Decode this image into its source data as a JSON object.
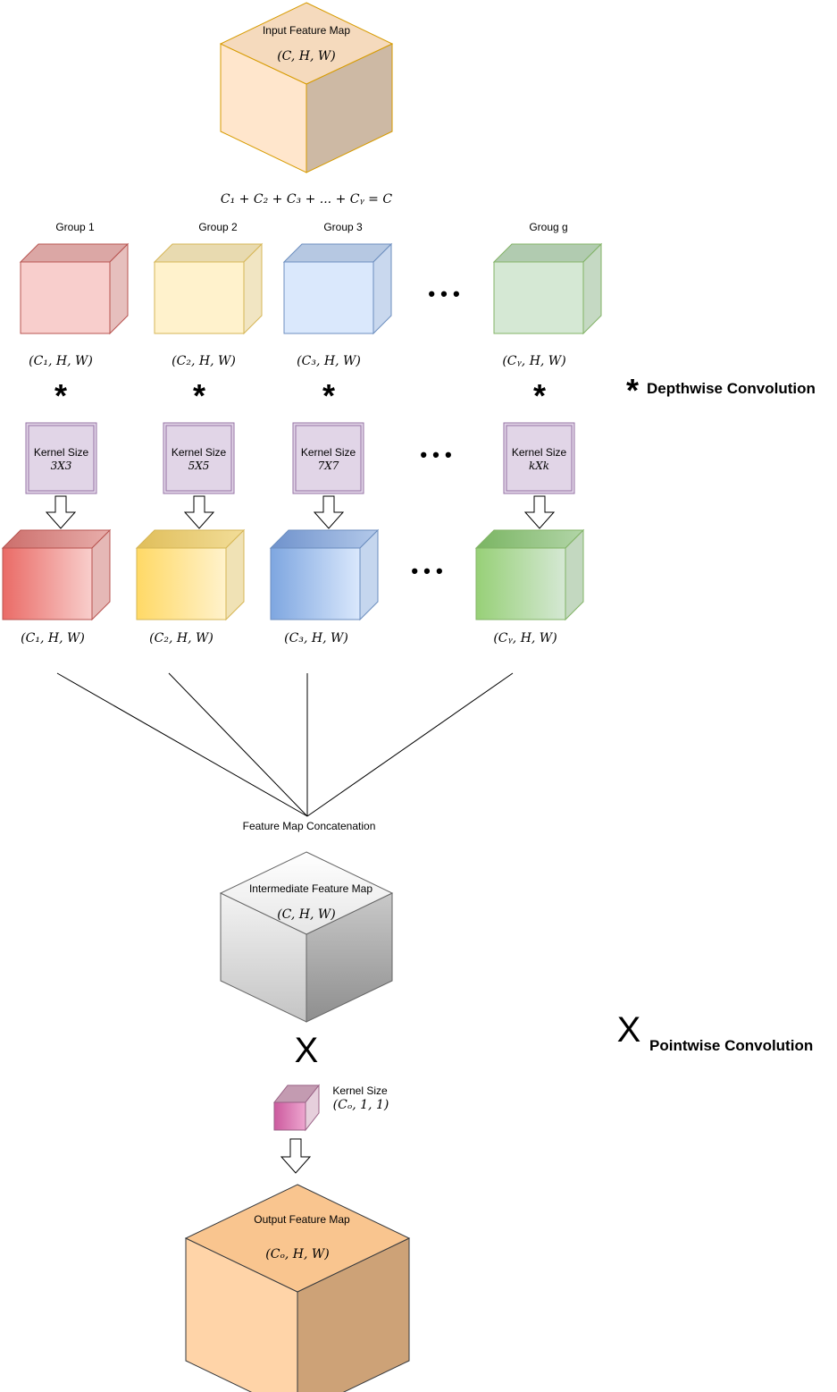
{
  "input_map": {
    "title": "Input Feature Map",
    "shape": "(C, H, W)"
  },
  "split_equation": "C₁ + C₂ + C₃ + ... + Cᵧ = C",
  "groups": [
    {
      "label": "Group 1",
      "input_shape": "(C₁, H, W)",
      "kernel_title": "Kernel Size",
      "kernel_size": "3X3",
      "output_shape": "(C₁, H, W)",
      "colors": {
        "light_front": "#f8cecc",
        "light_side": "#e6bfbd",
        "light_top": "#dba7a5",
        "light_stroke": "#b85450",
        "front_from": "#ea6b66",
        "front_to": "#f8cecc",
        "dark_side": "#e5b8b6",
        "dark_top_from": "#cc6e6b",
        "dark_top_to": "#e8aeab"
      }
    },
    {
      "label": "Group 2",
      "input_shape": "(C₂, H, W)",
      "kernel_title": "Kernel Size",
      "kernel_size": "5X5",
      "output_shape": "(C₂, H, W)",
      "colors": {
        "light_front": "#fff2cc",
        "light_side": "#f1e5c2",
        "light_top": "#e8dab0",
        "light_stroke": "#d6b656",
        "front_from": "#ffd966",
        "front_to": "#fff2cc",
        "dark_side": "#f0e2b5",
        "dark_top_from": "#e0be5a",
        "dark_top_to": "#f2dd98"
      }
    },
    {
      "label": "Group 3",
      "input_shape": "(C₃, H, W)",
      "kernel_title": "Kernel Size",
      "kernel_size": "7X7",
      "output_shape": "(C₃, H, W)",
      "colors": {
        "light_front": "#dae8fc",
        "light_side": "#c9d8ee",
        "light_top": "#b6c8e2",
        "light_stroke": "#6c8ebf",
        "front_from": "#7ea6e0",
        "front_to": "#dae8fc",
        "dark_side": "#c5d6ee",
        "dark_top_from": "#6f92cc",
        "dark_top_to": "#b3c9ea"
      }
    },
    {
      "label": "Groug g",
      "input_shape": "(Cᵧ, H, W)",
      "kernel_title": "Kernel Size",
      "kernel_size": "kXk",
      "output_shape": "(Cᵧ, H, W)",
      "colors": {
        "light_front": "#d5e8d4",
        "light_side": "#c5d9c3",
        "light_top": "#b1cbb0",
        "light_stroke": "#82b366",
        "front_from": "#97d077",
        "front_to": "#d5e8d4",
        "dark_side": "#c3d8c0",
        "dark_top_from": "#7ab562",
        "dark_top_to": "#b2d5a8"
      }
    }
  ],
  "ellipsis": "• • •",
  "operators": {
    "depthwise_symbol": "*",
    "pointwise_symbol": "X"
  },
  "legend": {
    "depthwise_label": "Depthwise Convolution",
    "pointwise_label": "Pointwise Convolution"
  },
  "concat_label": "Feature Map Concatenation",
  "intermediate_map": {
    "title": "Intermediate Feature Map",
    "shape": "(C, H, W)"
  },
  "pointwise_kernel": {
    "title": "Kernel Size",
    "shape": "(Cₒ, 1, 1)"
  },
  "output_map": {
    "title": "Output Feature Map",
    "shape": "(Cₒ, H, W)"
  },
  "colors": {
    "input_front": "#ffe6cc",
    "input_side": "#cdb9a4",
    "input_top": "#f5dabd",
    "input_stroke": "#d79b00",
    "kernel_fill": "#e1d5e7",
    "kernel_stroke": "#9673a6",
    "pw_front_from": "#cc5a9e",
    "pw_front_to": "#eda6cf",
    "pw_side": "#e6cfdc",
    "pw_top": "#c39bb1",
    "pw_stroke": "#996185",
    "output_front": "#ffd4a8",
    "output_side": "#cda277",
    "output_top": "#f9c58f",
    "output_stroke": "#36393d"
  }
}
